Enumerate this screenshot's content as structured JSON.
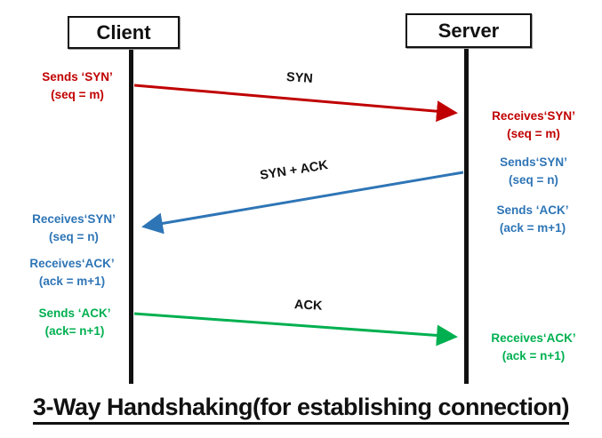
{
  "title": "3-Way Handshaking(for establishing connection)",
  "colors": {
    "red": "#c00000",
    "blue": "#2e75b6",
    "green": "#00b050",
    "black": "#111111"
  },
  "actors": {
    "client": "Client",
    "server": "Server"
  },
  "arrows": {
    "syn": {
      "label": "SYN",
      "from": "client",
      "to": "server"
    },
    "syn_ack": {
      "label": "SYN + ACK",
      "from": "server",
      "to": "client"
    },
    "ack": {
      "label": "ACK",
      "from": "client",
      "to": "server"
    }
  },
  "notes": {
    "client_sends_syn": {
      "line1": "Sends ‘SYN’",
      "line2": "(seq = m)"
    },
    "server_receives_syn": {
      "line1": "Receives‘SYN’",
      "line2": "(seq = m)"
    },
    "server_sends_syn": {
      "line1": "Sends‘SYN’",
      "line2": "(seq = n)"
    },
    "server_sends_ack": {
      "line1": "Sends ‘ACK’",
      "line2": "(ack = m+1)"
    },
    "client_receives_syn": {
      "line1": "Receives‘SYN’",
      "line2": "(seq = n)"
    },
    "client_receives_ack": {
      "line1": "Receives‘ACK’",
      "line2": "(ack = m+1)"
    },
    "client_sends_ack": {
      "line1": "Sends ‘ACK’",
      "line2": "(ack= n+1)"
    },
    "server_receives_ack": {
      "line1": "Receives‘ACK’",
      "line2": "(ack = n+1)"
    }
  }
}
